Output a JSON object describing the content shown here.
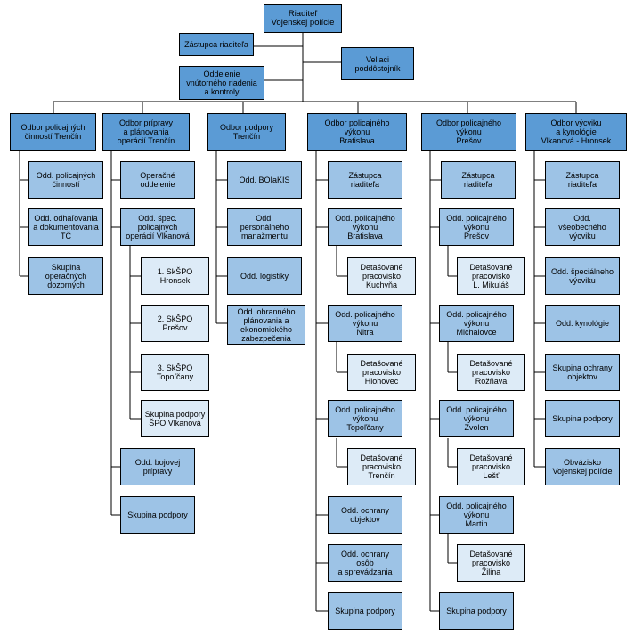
{
  "top": {
    "director": "Riaditeľ\nVojenskej polície",
    "deputy": "Zástupca riaditeľa",
    "command_nco": "Veliaci\npoddôstojník",
    "internal_dept": "Oddelenie\nvnútorného riadenia\na kontroly"
  },
  "col1": {
    "head": "Odbor policajných\nčinností Trenčín",
    "items": [
      "Odd. policajných\nčinností",
      "Odd. odhaľovania\na dokumentovania\nTČ",
      "Skupina\noperačných\ndozorných"
    ]
  },
  "col2": {
    "head": "Odbor prípravy\na plánovania\noperácií Trenčín",
    "items": [
      "Operačné\noddelenie",
      "Odd. špec.\npolicajných\noperácií Vlkanová",
      "Odd. bojovej\nprípravy",
      "Skupina podpory"
    ],
    "sub": [
      "1. SkŠPO\nHronsek",
      "2. SkŠPO\nPrešov",
      "3. SkŠPO\nTopoľčany",
      "Skupina podpory\nŠPO Vlkanová"
    ]
  },
  "col3": {
    "head": "Odbor podpory\nTrenčín",
    "items": [
      "Odd. BOIaKIS",
      "Odd.\npersonálneho\nmanažmentu",
      "Odd. logistiky",
      "Odd. obranného\nplánovania a\nekonomického\nzabezpečenia"
    ]
  },
  "col4": {
    "head": "Odbor policajného\nvýkonu\nBratislava",
    "items": [
      "Zástupca\nriaditeľa",
      "Odd. policajného\nvýkonu\nBratislava",
      "Odd. policajného\nvýkonu\nNitra",
      "Odd. policajného\nvýkonu\nTopoľčany",
      "Odd. ochrany\nobjektov",
      "Odd. ochrany\nosôb\na sprevádzania",
      "Skupina podpory"
    ],
    "sub": [
      "Detašované\npracovisko\nKuchyňa",
      "Detašované\npracovisko\nHlohovec",
      "Detašované\npracovisko\nTrenčín"
    ]
  },
  "col5": {
    "head": "Odbor policajného\nvýkonu\nPrešov",
    "items": [
      "Zástupca\nriaditeľa",
      "Odd. policajného\nvýkonu\nPrešov",
      "Odd. policajného\nvýkonu\nMichalovce",
      "Odd. policajného\nvýkonu\nZvolen",
      "Odd. policajného\nvýkonu\nMartin",
      "Skupina podpory"
    ],
    "sub": [
      "Detašované\npracovisko\nL. Mikuláš",
      "Detašované\npracovisko\nRožňava",
      "Detašované\npracovisko\nLešť",
      "Detašované\npracovisko\nŽilina"
    ]
  },
  "col6": {
    "head": "Odbor výcviku\na kynológie\nVlkanová - Hronsek",
    "items": [
      "Zástupca\nriaditeľa",
      "Odd.\nvšeobecného\nvýcviku",
      "Odd. špeciálneho\nvýcviku",
      "Odd. kynológie",
      "Skupina ochrany\nobjektov",
      "Skupina podpory",
      "Obvázisko\nVojenskej polície"
    ]
  }
}
